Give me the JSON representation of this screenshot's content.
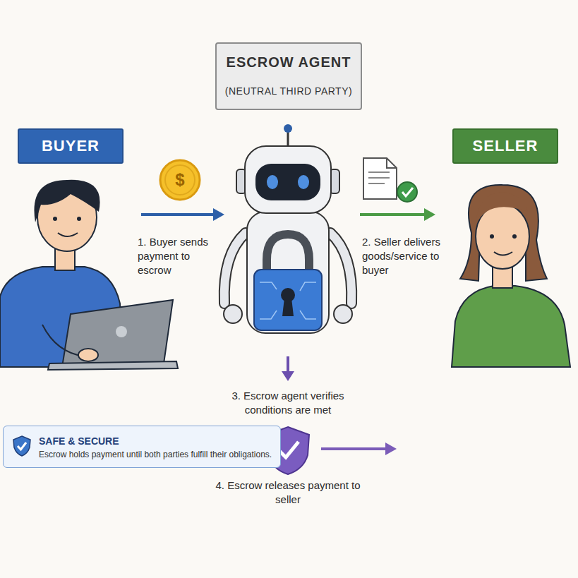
{
  "diagram": {
    "nodes": [
      {
        "text": [
          "ESCROW AGENT",
          "(NEUTRAL THIRD PARTY)"
        ]
      },
      {
        "text": [
          "BUYER"
        ]
      },
      {
        "text": [
          "SELLER"
        ]
      },
      {
        "text": [
          "SAFE & SECURE",
          "Escrow holds payment until both parties fulfill their obligations."
        ]
      }
    ],
    "labels": [
      "$",
      "1. Buyer sends payment to escrow",
      "2. Seller delivers goods/service to buyer",
      "3. Escrow agent verifies conditions are met",
      "4. Escrow releases payment to seller"
    ]
  }
}
